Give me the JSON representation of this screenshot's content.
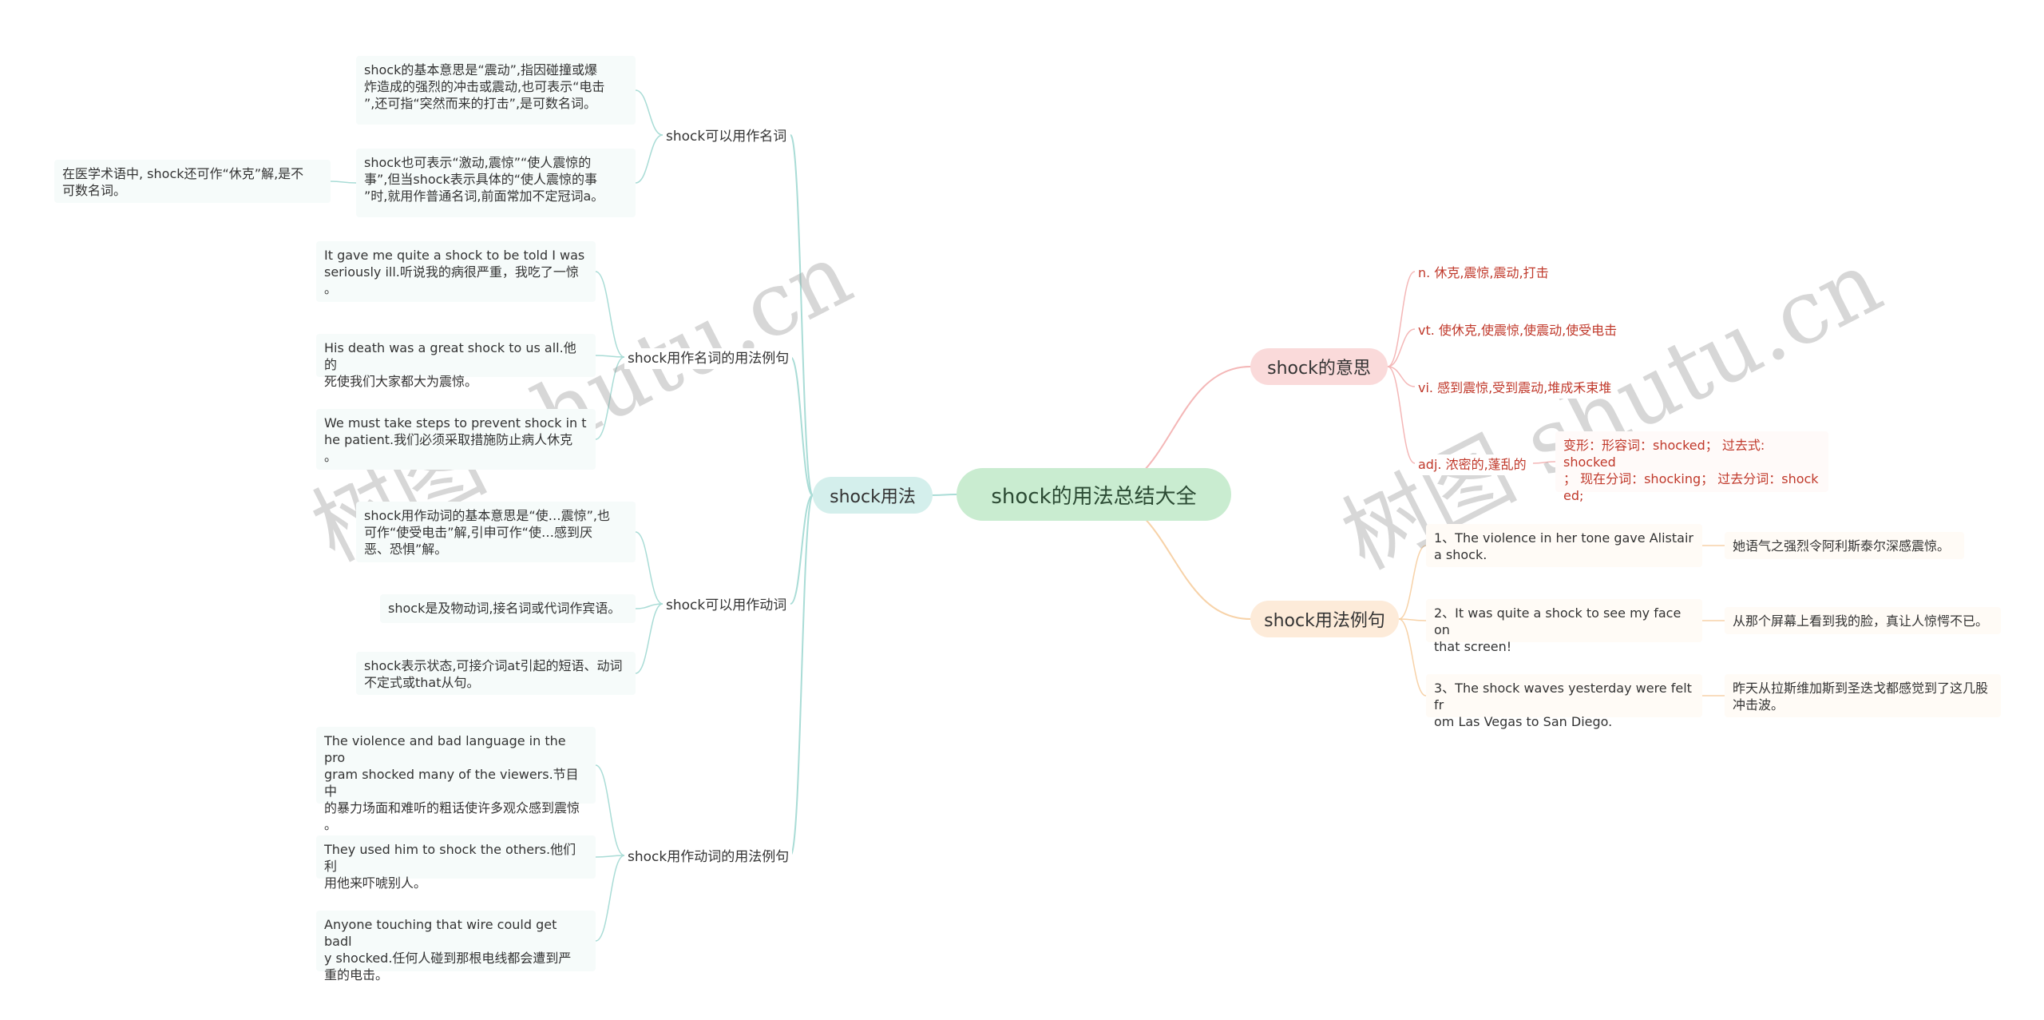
{
  "root": "shock的用法总结大全",
  "left": {
    "title": "shock用法",
    "groups": [
      {
        "label": "shock可以用作名词",
        "leaves": [
          "shock的基本意思是“震动”,指因碰撞或爆\n炸造成的强烈的冲击或震动,也可表示“电击\n”,还可指“突然而来的打击”,是可数名词。",
          "shock也可表示“激动,震惊”“使人震惊的\n事”,但当shock表示具体的“使人震惊的事\n”时,就用作普通名词,前面常加不定冠词a。"
        ],
        "extra": "在医学术语中, shock还可作“休克”解,是不\n可数名词。"
      },
      {
        "label": "shock用作名词的用法例句",
        "leaves": [
          "It gave me quite a shock to be told I was\nseriously ill.听说我的病很严重，我吃了一惊\n。",
          "His death was a great shock to us all.他的\n死使我们大家都大为震惊。",
          "We must take steps to prevent shock in t\nhe patient.我们必须采取措施防止病人休克\n。"
        ]
      },
      {
        "label": "shock可以用作动词",
        "leaves": [
          "shock用作动词的基本意思是“使…震惊”,也\n可作“使受电击”解,引申可作“使…感到厌\n恶、恐惧”解。",
          "shock是及物动词,接名词或代词作宾语。",
          "shock表示状态,可接介词at引起的短语、动词\n不定式或that从句。"
        ]
      },
      {
        "label": "shock用作动词的用法例句",
        "leaves": [
          "The violence and bad language in the pro\ngram shocked many of the viewers.节目中\n的暴力场面和难听的粗话使许多观众感到震惊\n。",
          "They used him to shock the others.他们利\n用他来吓唬别人。",
          "Anyone touching that wire could get badl\ny shocked.任何人碰到那根电线都会遭到严\n重的电击。"
        ]
      }
    ]
  },
  "meaning": {
    "title": "shock的意思",
    "items": [
      "n. 休克,震惊,震动,打击",
      "vt. 使休克,使震惊,使震动,使受电击",
      "vi. 感到震惊,受到震动,堆成禾束堆",
      "adj. 浓密的,蓬乱的"
    ],
    "forms": "变形：形容词：shocked；  过去式: shocked\n；  现在分词：shocking；  过去分词：shock\ned;"
  },
  "examples": {
    "title": "shock用法例句",
    "items": [
      {
        "en": "1、The violence in her tone gave Alistair\na shock.",
        "zh": "她语气之强烈令阿利斯泰尔深感震惊。"
      },
      {
        "en": "2、It was quite a shock to see my face on\n that screen!",
        "zh": "从那个屏幕上看到我的脸，真让人惊愕不已。"
      },
      {
        "en": "3、The shock waves yesterday were felt fr\nom Las Vegas to San Diego.",
        "zh": "昨天从拉斯维加斯到圣迭戈都感觉到了这几股\n冲击波。"
      }
    ]
  },
  "watermark": "树图 shutu.cn",
  "colors": {
    "root_bg": "#c9ecd0",
    "green": "#a9dcd6",
    "pink": "#f4b7b7",
    "orange": "#f7d2a8",
    "red_text": "#c0392b"
  }
}
